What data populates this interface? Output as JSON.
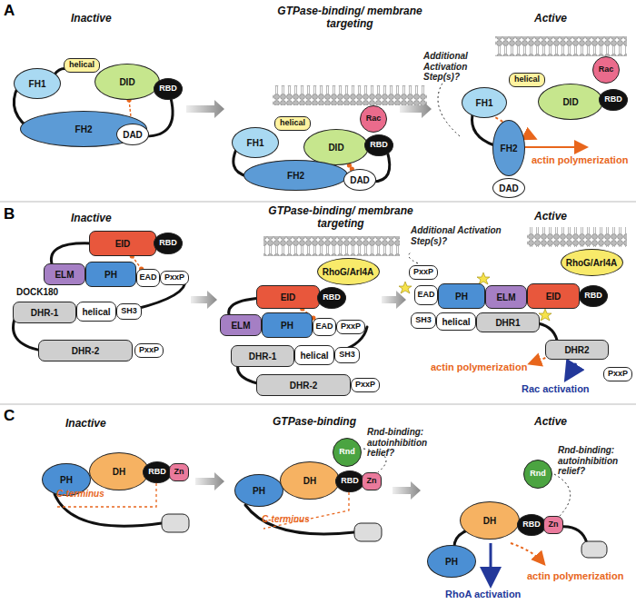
{
  "diagram": {
    "nodes": [
      {
        "text": [
          "FH1"
        ]
      },
      {
        "text": [
          "helical"
        ]
      },
      {
        "text": [
          "DID"
        ]
      },
      {
        "text": [
          "RBD"
        ]
      },
      {
        "text": [
          "FH2"
        ]
      },
      {
        "text": [
          "DAD"
        ]
      },
      {
        "text": [
          "FH1"
        ]
      },
      {
        "text": [
          "helical"
        ]
      },
      {
        "text": [
          "DID"
        ]
      },
      {
        "text": [
          "Rac"
        ]
      },
      {
        "text": [
          "RBD"
        ]
      },
      {
        "text": [
          "FH2"
        ]
      },
      {
        "text": [
          "DAD"
        ]
      },
      {
        "text": [
          "FH1"
        ]
      },
      {
        "text": [
          "helical"
        ]
      },
      {
        "text": [
          "DID"
        ]
      },
      {
        "text": [
          "Rac"
        ]
      },
      {
        "text": [
          "RBD"
        ]
      },
      {
        "text": [
          "FH2"
        ]
      },
      {
        "text": [
          "DAD"
        ]
      },
      {
        "text": [
          "EID"
        ]
      },
      {
        "text": [
          "RBD"
        ]
      },
      {
        "text": [
          "ELM"
        ]
      },
      {
        "text": [
          "PH"
        ]
      },
      {
        "text": [
          "EAD"
        ]
      },
      {
        "text": [
          "PxxP"
        ]
      },
      {
        "text": [
          "DHR-1"
        ]
      },
      {
        "text": [
          "helical"
        ]
      },
      {
        "text": [
          "SH3"
        ]
      },
      {
        "text": [
          "DHR-2"
        ]
      },
      {
        "text": [
          "PxxP"
        ]
      },
      {
        "text": [
          "RhoG/Arl4A"
        ]
      },
      {
        "text": [
          "EID"
        ]
      },
      {
        "text": [
          "RBD"
        ]
      },
      {
        "text": [
          "ELM"
        ]
      },
      {
        "text": [
          "PH"
        ]
      },
      {
        "text": [
          "EAD"
        ]
      },
      {
        "text": [
          "PxxP"
        ]
      },
      {
        "text": [
          "DHR-1"
        ]
      },
      {
        "text": [
          "helical"
        ]
      },
      {
        "text": [
          "SH3"
        ]
      },
      {
        "text": [
          "DHR-2"
        ]
      },
      {
        "text": [
          "PxxP"
        ]
      },
      {
        "text": [
          "RhoG/Arl4A"
        ]
      },
      {
        "text": [
          "PxxP"
        ]
      },
      {
        "text": [
          "EAD"
        ]
      },
      {
        "text": [
          "PH"
        ]
      },
      {
        "text": [
          "ELM"
        ]
      },
      {
        "text": [
          "EID"
        ]
      },
      {
        "text": [
          "RBD"
        ]
      },
      {
        "text": [
          "SH3"
        ]
      },
      {
        "text": [
          "helical"
        ]
      },
      {
        "text": [
          "DHR1"
        ]
      },
      {
        "text": [
          "DHR2"
        ]
      },
      {
        "text": [
          "PxxP"
        ]
      },
      {
        "text": [
          "PH"
        ]
      },
      {
        "text": [
          "DH"
        ]
      },
      {
        "text": [
          "RBD"
        ]
      },
      {
        "text": [
          "Zn"
        ]
      },
      {
        "text": [
          "PH"
        ]
      },
      {
        "text": [
          "DH"
        ]
      },
      {
        "text": [
          "RBD"
        ]
      },
      {
        "text": [
          "Zn"
        ]
      },
      {
        "text": [
          "Rnd"
        ]
      },
      {
        "text": [
          "PH"
        ]
      },
      {
        "text": [
          "DH"
        ]
      },
      {
        "text": [
          "RBD"
        ]
      },
      {
        "text": [
          "Zn"
        ]
      },
      {
        "text": [
          "Rnd"
        ]
      }
    ],
    "edges": [
      {
        "from": 2,
        "to": 5,
        "arrow": "none"
      },
      {
        "from": 8,
        "to": 12,
        "arrow": "none"
      },
      {
        "from": 20,
        "to": 24,
        "arrow": "none"
      },
      {
        "from": 32,
        "to": 36,
        "arrow": "none"
      }
    ],
    "labels": [
      "A",
      "Inactive",
      "GTPase-binding/ membrane targeting",
      "Active",
      "Additional Activation Step(s)?",
      "actin polymerization",
      "B",
      "Inactive",
      "DOCK180",
      "GTPase-binding/ membrane targeting",
      "Active",
      "Additional Activation Step(s)?",
      "actin polymerization",
      "Rac activation",
      "C",
      "Inactive",
      "C-terminus",
      "GTPase-binding",
      "Rnd-binding: autoinhibition relief?",
      "C-terminus",
      "Active",
      "Rnd-binding: autoinhibition relief?",
      "RhoA activation",
      "actin polymerization"
    ]
  }
}
